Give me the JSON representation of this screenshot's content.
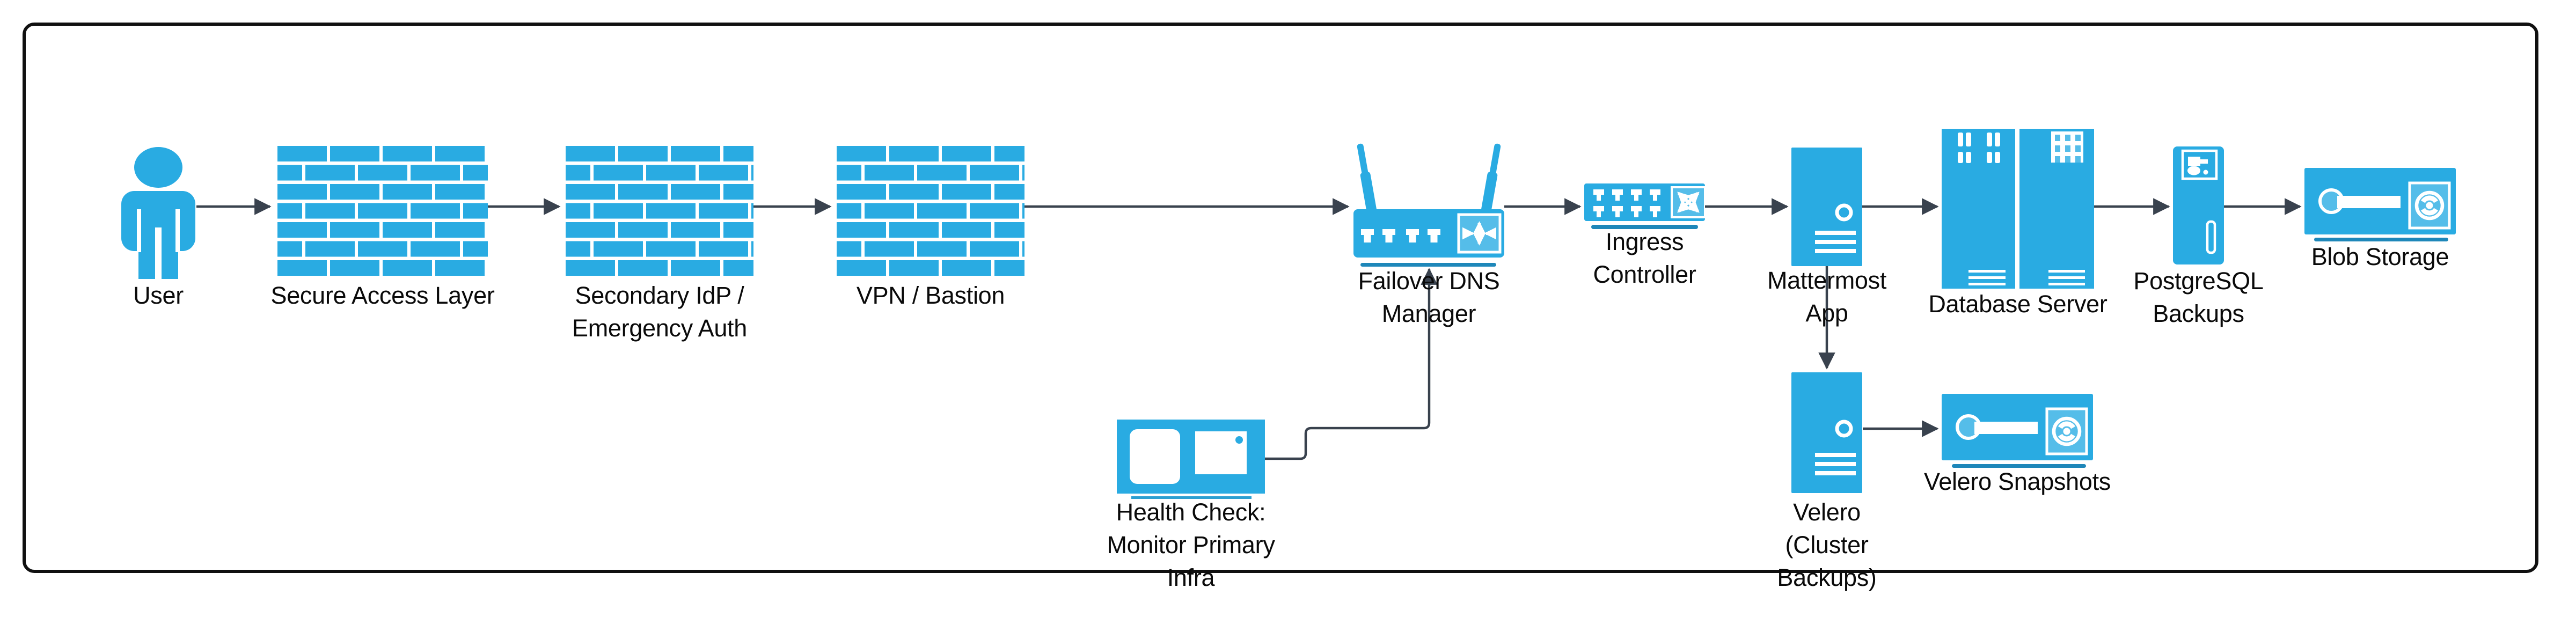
{
  "diagram": {
    "type": "infrastructure-flow-diagram",
    "background": "#FFFFFF",
    "colors": {
      "node_blue": "#29ABE2",
      "node_blue_light": "#55BDE9",
      "shadow_bar": "#1E87B9",
      "shadow_bar_thin": "#2C9FD1",
      "connector": "#3A playe4450",
      "edge_line": "#39424E",
      "text": "#0A0A0A",
      "frame_border": "#101010"
    }
  },
  "nodes": {
    "user": {
      "label": "User",
      "icon": "person-icon"
    },
    "secure_access": {
      "label": "Secure Access Layer",
      "icon": "firewall-icon"
    },
    "secondary_idp": {
      "label": "Secondary IdP /\nEmergency Auth",
      "icon": "firewall-icon"
    },
    "vpn_bastion": {
      "label": "VPN / Bastion",
      "icon": "firewall-icon"
    },
    "failover_dns": {
      "label": "Failover DNS\nManager",
      "icon": "wireless-router-icon"
    },
    "ingress": {
      "label": "Ingress\nController",
      "icon": "network-switch-icon"
    },
    "mattermost": {
      "label": "Mattermost\nApp",
      "icon": "server-tower-icon"
    },
    "database": {
      "label": "Database Server",
      "icon": "server-rack-icon"
    },
    "postgres_backups": {
      "label": "PostgreSQL\nBackups",
      "icon": "backup-tower-icon"
    },
    "blob_storage": {
      "label": "Blob Storage",
      "icon": "storage-appliance-icon"
    },
    "health_check": {
      "label": "Health Check:\nMonitor Primary\nInfra",
      "icon": "monitor-devices-icon"
    },
    "velero": {
      "label": "Velero\n(Cluster\nBackups)",
      "icon": "server-tower-icon"
    },
    "velero_snapshots": {
      "label": "Velero Snapshots",
      "icon": "storage-appliance-icon"
    }
  },
  "edges": [
    {
      "from": "user",
      "to": "secure_access"
    },
    {
      "from": "secure_access",
      "to": "secondary_idp"
    },
    {
      "from": "secondary_idp",
      "to": "vpn_bastion"
    },
    {
      "from": "vpn_bastion",
      "to": "failover_dns"
    },
    {
      "from": "failover_dns",
      "to": "ingress"
    },
    {
      "from": "ingress",
      "to": "mattermost"
    },
    {
      "from": "mattermost",
      "to": "database"
    },
    {
      "from": "database",
      "to": "postgres_backups"
    },
    {
      "from": "postgres_backups",
      "to": "blob_storage"
    },
    {
      "from": "mattermost",
      "to": "velero"
    },
    {
      "from": "velero",
      "to": "velero_snapshots"
    },
    {
      "from": "health_check",
      "to": "failover_dns"
    }
  ]
}
